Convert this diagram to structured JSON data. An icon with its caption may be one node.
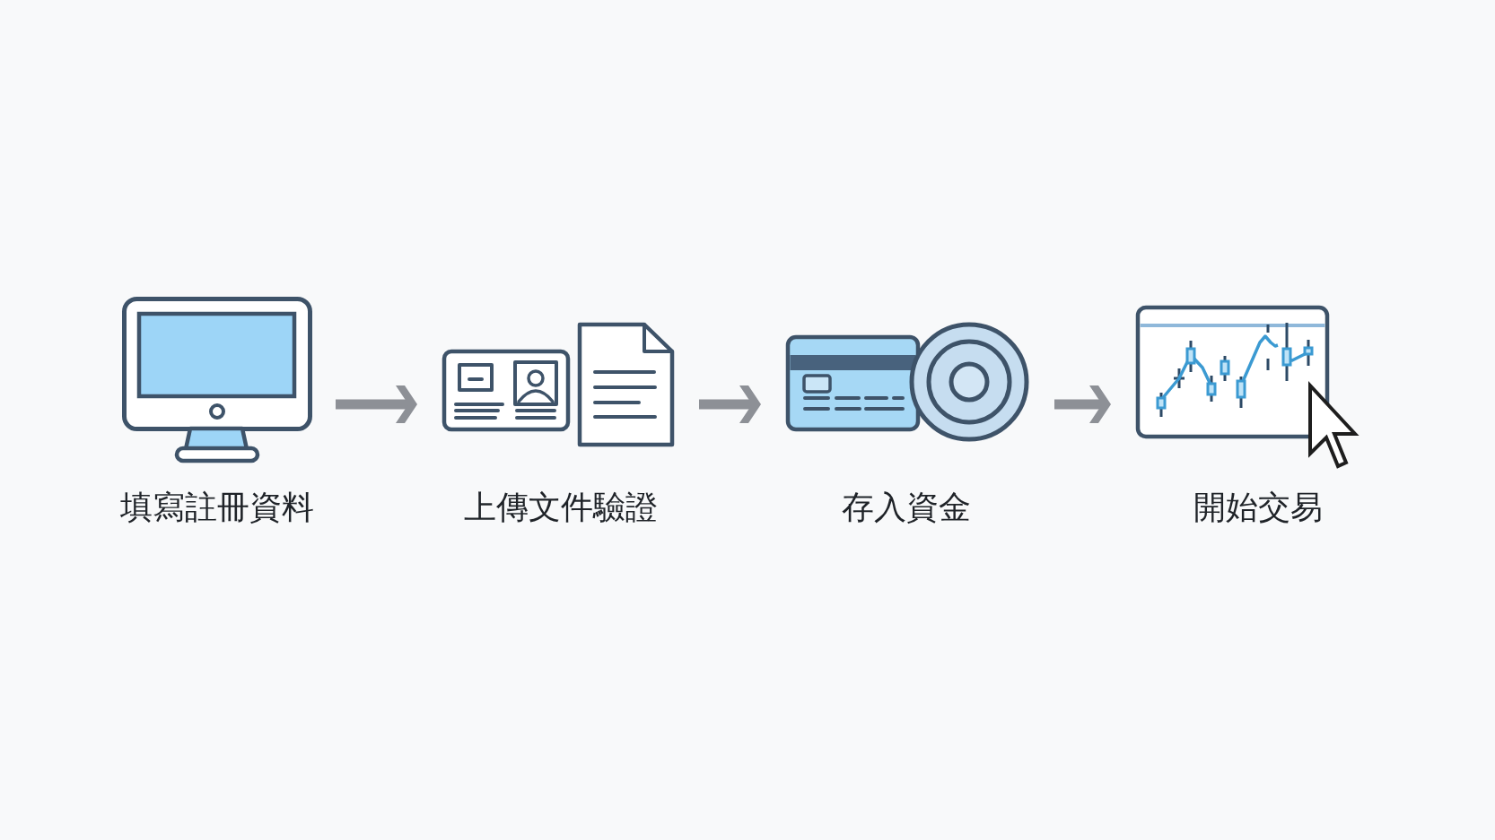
{
  "diagram": {
    "nodes": [
      {
        "text": [
          "填寫註冊資料"
        ]
      },
      {
        "text": [
          "上傳文件驗證"
        ]
      },
      {
        "text": [
          "存入資金"
        ]
      },
      {
        "text": [
          "開始交易"
        ]
      }
    ],
    "edges": [
      {
        "from": 0,
        "to": 1,
        "arrow": "to"
      },
      {
        "from": 1,
        "to": 2,
        "arrow": "to"
      },
      {
        "from": 2,
        "to": 3,
        "arrow": "to"
      }
    ]
  }
}
